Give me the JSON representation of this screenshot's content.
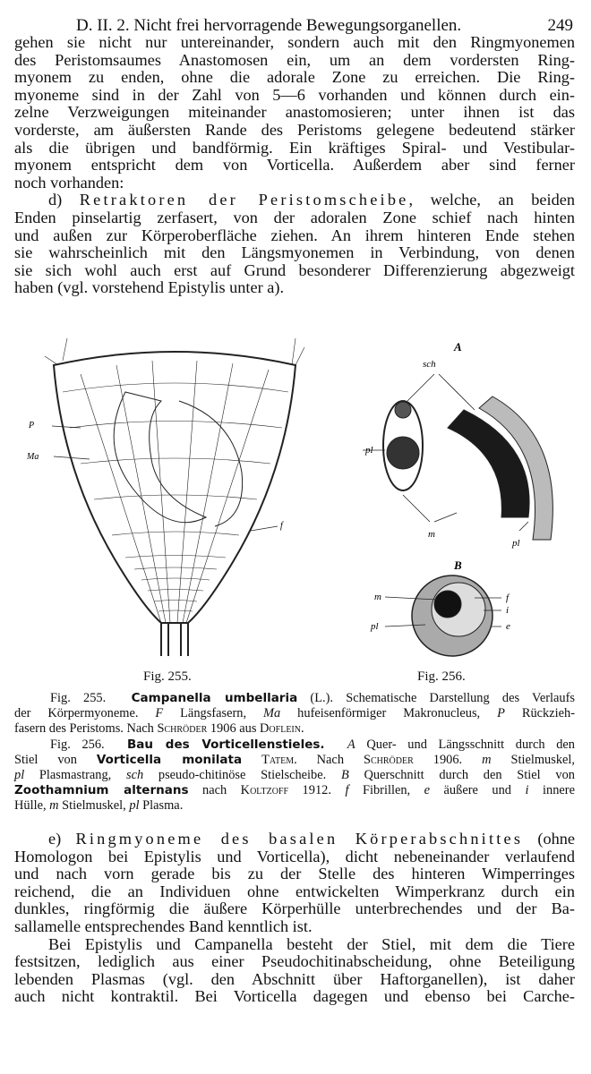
{
  "header": {
    "title": "D. II. 2. Nicht frei hervorragende Bewegungsorganellen.",
    "page_number": "249"
  },
  "para1": [
    "gehen sie nicht nur untereinander, sondern auch mit den Ringmyonemen",
    "des Peristomsaumes Anastomosen ein, um an dem vordersten Ring-",
    "myonem zu enden, ohne die adorale Zone zu erreichen. Die Ring-",
    "myoneme sind in der Zahl von 5—6 vorhanden und können durch ein-",
    "zelne Verzweigungen miteinander anastomosieren; unter ihnen ist das",
    "vorderste, am äußersten Rande des Peristoms gelegene bedeutend stärker",
    "als die übrigen und bandförmig. Ein kräftiges Spiral- und Vestibular-",
    "myonem entspricht dem von Vorticella. Außerdem aber sind ferner",
    "noch vorhanden:"
  ],
  "para_d": {
    "prefix": "d) ",
    "spaced": "Retraktoren der Peristomscheibe",
    "first_rest": ", welche, an beiden",
    "lines": [
      "Enden pinselartig zerfasert, von der adoralen Zone schief nach hinten",
      "und außen zur Körperoberfläche ziehen. An ihrem hinteren Ende stehen",
      "sie wahrscheinlich mit den Längsmyonemen in Verbindung, von denen",
      "sie sich wohl auch erst auf Grund besonderer Differenzierung abgezweigt",
      "haben (vgl. vorstehend Epistylis unter a)."
    ]
  },
  "figures": {
    "fig255": {
      "label": "Fig. 255.",
      "markers": [
        "P",
        "Ma",
        "f"
      ]
    },
    "fig256": {
      "label": "Fig. 256.",
      "panel_a": "A",
      "panel_b": "B",
      "markers_a": [
        "sch",
        "pl",
        "m",
        "pl"
      ],
      "markers_b": [
        "m",
        "pl",
        "f",
        "i",
        "e"
      ]
    }
  },
  "captions": {
    "c255": {
      "fig": "Fig. 255.",
      "taxon": "Campanella umbellaria",
      "rest1": " (L.).  Schematische Darstellung des Verlaufs",
      "l2a": "der Körpermyoneme.  ",
      "F": "F",
      "l2b": " Längsfasern, ",
      "Ma": "Ma",
      "l2c": " hufeisenförmiger Makronucleus, ",
      "P": "P",
      "l2d": " Rückzieh-",
      "l3a": "fasern des Peristoms.  Nach ",
      "a1": "Schröder",
      "l3b": " 1906 aus ",
      "a2": "Doflein",
      "l3c": "."
    },
    "c256": {
      "fig": "Fig. 256.",
      "title": "Bau des Vorticellenstieles.",
      "A": "A",
      "l1": " Quer- und Längsschnitt durch den",
      "l2a": "Stiel von ",
      "taxon1": "Vorticella monilata",
      "a1": "Tatem",
      "l2b": ". Nach ",
      "a2": "Schröder",
      "l2c": " 1906.  ",
      "m": "m",
      "l2d": " Stielmuskel,",
      "pl": "pl",
      "l3a": " Plasmastrang, ",
      "sch": "sch",
      "l3b": " pseudo-chitinöse Stielscheibe.  ",
      "B": "B",
      "l3c": " Querschnitt durch den Stiel von",
      "taxon2": "Zoothamnium alternans",
      "l4a": " nach ",
      "a3": "Koltzoff",
      "l4b": " 1912.  ",
      "f": "f",
      "l4c": " Fibrillen, ",
      "e": "e",
      "l4d": " äußere und ",
      "i": "i",
      "l4e": " innere",
      "l5a": "Hülle, ",
      "m2": "m",
      "l5b": " Stielmuskel, ",
      "pl2": "pl",
      "l5c": " Plasma."
    }
  },
  "para_e": {
    "prefix": "e) ",
    "spaced": "Ringmyoneme des basalen Körperabschnittes",
    "first_rest": " (ohne",
    "lines": [
      "Homologon bei Epistylis und Vorticella), dicht nebeneinander verlaufend",
      "und nach vorn gerade bis zu der Stelle des hinteren Wimperringes",
      "reichend, die an Individuen ohne entwickelten Wimperkranz durch ein",
      "dunkles, ringförmig die äußere Körperhülle unterbrechendes und der Ba-",
      "sallamelle entsprechendes Band kenntlich ist."
    ]
  },
  "para_f": [
    "Bei Epistylis und Campanella besteht der Stiel, mit dem die Tiere",
    "festsitzen, lediglich aus einer Pseudochitinabscheidung, ohne Beteiligung",
    "lebenden Plasmas (vgl. den Abschnitt über Haftorganellen), ist daher",
    "auch nicht kontraktil.  Bei Vorticella dagegen und ebenso bei Carche-"
  ]
}
